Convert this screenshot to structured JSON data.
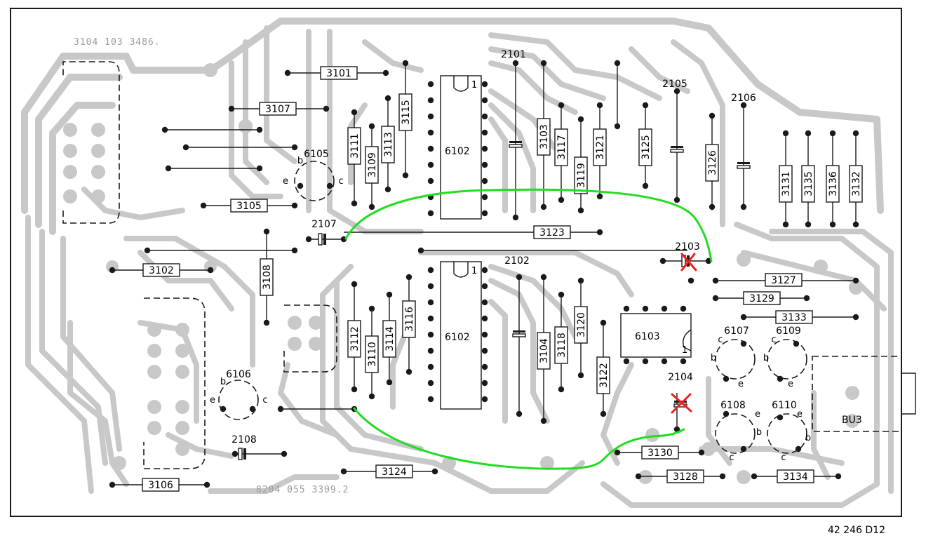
{
  "board": {
    "top_code": "3104 103 3486.",
    "bottom_code": "8204 055 3309.2",
    "drawing_number": "42 246 D12",
    "connector": "BU3"
  },
  "ics": [
    {
      "ref": "6102",
      "pin1": "1"
    },
    {
      "ref": "6102",
      "pin1": "1"
    },
    {
      "ref": "6103",
      "pin1": "1"
    }
  ],
  "capacitors": [
    "2101",
    "2102",
    "2103",
    "2104",
    "2105",
    "2106",
    "2107",
    "2108"
  ],
  "resistors_h": [
    "3101",
    "3107",
    "3105",
    "3102",
    "3106",
    "3123",
    "3124",
    "3127",
    "3129",
    "3133",
    "3130",
    "3128",
    "3134"
  ],
  "resistors_v": [
    "3111",
    "3109",
    "3113",
    "3115",
    "3103",
    "3117",
    "3119",
    "3121",
    "3125",
    "3126",
    "3131",
    "3135",
    "3136",
    "3132",
    "3108",
    "3112",
    "3110",
    "3114",
    "3116",
    "3104",
    "3118",
    "3120",
    "3122"
  ],
  "transistors": [
    {
      "ref": "6105",
      "b": "b",
      "e": "e",
      "c": "c"
    },
    {
      "ref": "6106",
      "b": "b",
      "e": "e",
      "c": "c"
    },
    {
      "ref": "6107",
      "c": "c",
      "b": "b",
      "e": "e"
    },
    {
      "ref": "6109",
      "c": "c",
      "b": "b",
      "e": "e"
    },
    {
      "ref": "6108",
      "e": "e",
      "b": "b",
      "c": "c"
    },
    {
      "ref": "6110",
      "e": "e",
      "b": "b",
      "c": "c"
    }
  ],
  "annotations": {
    "green_color": "#22dd22",
    "red_color": "#ee2020",
    "removed_parts": [
      "2103",
      "2104"
    ]
  }
}
